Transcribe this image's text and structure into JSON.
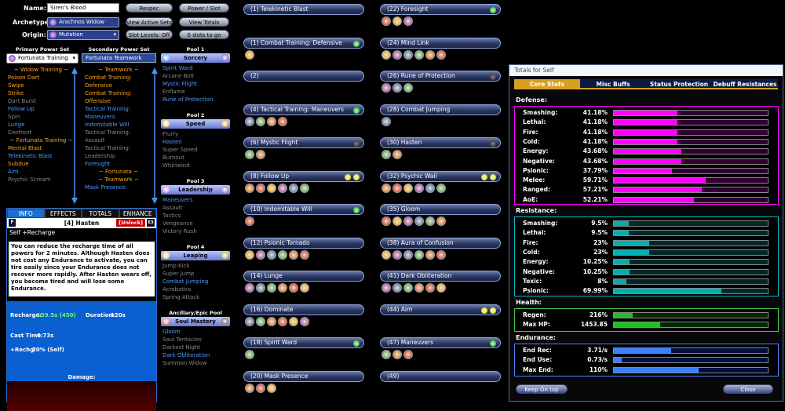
{
  "header": {
    "name_label": "Name:",
    "name_value": "Siren's Blood",
    "archetype_label": "Archetype:",
    "archetype_value": "Arachnos Widow",
    "origin_label": "Origin:",
    "origin_value": "Mutation",
    "respec": "Respec",
    "power_slot": "Power / Slot",
    "view_active_sets": "View Active Sets",
    "view_totals": "View Totals",
    "slot_levels": "Slot Levels: Off",
    "slots_to_go": "0 slots to go"
  },
  "primary": {
    "header": "Primary Power Set",
    "selected": "Fortunata Training",
    "items": [
      {
        "t": "~ Widow Training ~",
        "c": "or",
        "center": true
      },
      {
        "t": "Poison Dart",
        "c": "or"
      },
      {
        "t": "Swipe",
        "c": "or"
      },
      {
        "t": "Strike",
        "c": "or"
      },
      {
        "t": "Dart Burst",
        "c": "gy"
      },
      {
        "t": "Follow Up",
        "c": "bl"
      },
      {
        "t": "Spin",
        "c": "gy"
      },
      {
        "t": "Lunge",
        "c": "bl"
      },
      {
        "t": "Confront",
        "c": "gy"
      },
      {
        "t": "~ Fortunata Training ~",
        "c": "or",
        "center": true
      },
      {
        "t": "Mental Blast",
        "c": "or"
      },
      {
        "t": "Telekinetic Blast",
        "c": "bl"
      },
      {
        "t": "Subdue",
        "c": "or"
      },
      {
        "t": "Aim",
        "c": "bl"
      },
      {
        "t": "Psychic Scream",
        "c": "gy"
      }
    ]
  },
  "secondary": {
    "header": "Secondary Power Set",
    "selected": "Fortunata Teamwork",
    "items": [
      {
        "t": "~ Teamwork ~",
        "c": "or",
        "center": true
      },
      {
        "t": "Combat Training:",
        "c": "or"
      },
      {
        "t": "Defensive",
        "c": "or"
      },
      {
        "t": "Combat Training:",
        "c": "or"
      },
      {
        "t": "Offensive",
        "c": "or"
      },
      {
        "t": "Tactical Training:",
        "c": "bl"
      },
      {
        "t": "Maneuvers",
        "c": "bl"
      },
      {
        "t": "Indomitable Will",
        "c": "bl"
      },
      {
        "t": "Tactical Training:",
        "c": "gy"
      },
      {
        "t": "Assault",
        "c": "gy"
      },
      {
        "t": "Tactical Training:",
        "c": "gy"
      },
      {
        "t": "Leadership",
        "c": "gy"
      },
      {
        "t": "Foresight",
        "c": "bl"
      },
      {
        "t": "~ Fortunata ~",
        "c": "or",
        "center": true
      },
      {
        "t": "~ Teamwork ~",
        "c": "or",
        "center": true
      },
      {
        "t": "Mask Presence",
        "c": "bl"
      }
    ]
  },
  "pools": [
    {
      "hd": "Pool 1",
      "name": "Sorcery",
      "items": [
        {
          "t": "Spirit Ward",
          "c": "bl"
        },
        {
          "t": "Arcane Bolt",
          "c": "gy"
        },
        {
          "t": "Mystic Flight",
          "c": "bl"
        },
        {
          "t": "Enflame",
          "c": "gy"
        },
        {
          "t": "Rune of Protection",
          "c": "bl"
        }
      ]
    },
    {
      "hd": "Pool 2",
      "name": "Speed",
      "items": [
        {
          "t": "Flurry",
          "c": "gy"
        },
        {
          "t": "Hasten",
          "c": "bl"
        },
        {
          "t": "Super Speed",
          "c": "gy"
        },
        {
          "t": "Burnout",
          "c": "gy"
        },
        {
          "t": "Whirlwind",
          "c": "gy"
        }
      ]
    },
    {
      "hd": "Pool 3",
      "name": "Leadership",
      "items": [
        {
          "t": "Maneuvers",
          "c": "bl"
        },
        {
          "t": "Assault",
          "c": "gy"
        },
        {
          "t": "Tactics",
          "c": "gy"
        },
        {
          "t": "Vengeance",
          "c": "gy"
        },
        {
          "t": "Victory Rush",
          "c": "gy"
        }
      ]
    },
    {
      "hd": "Pool 4",
      "name": "Leaping",
      "items": [
        {
          "t": "Jump Kick",
          "c": "gy"
        },
        {
          "t": "Super Jump",
          "c": "gy"
        },
        {
          "t": "Combat Jumping",
          "c": "bl"
        },
        {
          "t": "Acrobatics",
          "c": "gy"
        },
        {
          "t": "Spring Attack",
          "c": "gy"
        }
      ]
    },
    {
      "hd": "Ancillary/Epic Pool",
      "name": "Soul Mastery",
      "items": [
        {
          "t": "Gloom",
          "c": "bl"
        },
        {
          "t": "Soul Tentacles",
          "c": "gy"
        },
        {
          "t": "Darkest Night",
          "c": "gy"
        },
        {
          "t": "Dark Obliteration",
          "c": "bl"
        },
        {
          "t": "Summon Widow",
          "c": "gy"
        }
      ]
    }
  ],
  "info": {
    "tabs": [
      "INFO",
      "EFFECTS",
      "TOTALS",
      "ENHANCE"
    ],
    "f": "F",
    "e": "E3",
    "power_title": "[4] Hasten",
    "unlock": "[Unlock]",
    "short": "Self +Recharge",
    "desc": "You can reduce the recharge time of all powers for 2 minutes. Although Hasten does not cost any Endurance to activate, you can tire easily since your Endurance does not recover more rapidly. After Hasten wears off, you become tired and will lose some Endurance.",
    "recharge_label": "Recharge:",
    "recharge_value": "139.5s (450)",
    "duration_label": "Duration:",
    "duration_value": "120s",
    "cast_label": "Cast Time:",
    "cast_value": "0.73s",
    "rechg_label": "+Rechg:",
    "rechg_value": "70% (Self)",
    "damage": "Damage:"
  },
  "powers_left": [
    {
      "n": "(1) Telekinetic Blast",
      "slots": 0,
      "dot": "none"
    },
    {
      "n": "(1) Combat Training: Defensive",
      "slots": 1,
      "dot": "green"
    },
    {
      "n": "(2)",
      "slots": 0,
      "dot": "none"
    },
    {
      "n": "(4) Tactical Training: Maneuvers",
      "slots": 4,
      "dot": "green"
    },
    {
      "n": "(6) Mystic Flight",
      "slots": 2,
      "dot": "gray"
    },
    {
      "n": "(8) Follow Up",
      "slots": 6,
      "dot": "yellow"
    },
    {
      "n": "(10) Indomitable Will",
      "slots": 1,
      "dot": "green"
    },
    {
      "n": "(12) Psionic Tornado",
      "slots": 6,
      "dot": "none"
    },
    {
      "n": "(14) Lunge",
      "slots": 6,
      "dot": "none"
    },
    {
      "n": "(16) Dominate",
      "slots": 6,
      "dot": "none"
    },
    {
      "n": "(18) Spirit Ward",
      "slots": 1,
      "dot": "green"
    },
    {
      "n": "(20) Mask Presence",
      "slots": 3,
      "dot": "none"
    }
  ],
  "powers_right": [
    {
      "n": "(22) Foresight",
      "slots": 3,
      "dot": "green"
    },
    {
      "n": "(24) Mind Link",
      "slots": 6,
      "dot": "none"
    },
    {
      "n": "(26) Rune of Protection",
      "slots": 3,
      "dot": "gray"
    },
    {
      "n": "(28) Combat Jumping",
      "slots": 1,
      "dot": "none"
    },
    {
      "n": "(30) Hasten",
      "slots": 2,
      "dot": "gray"
    },
    {
      "n": "(32) Psychic Wail",
      "slots": 6,
      "dot": "yellow"
    },
    {
      "n": "(35) Gloom",
      "slots": 6,
      "dot": "none"
    },
    {
      "n": "(38) Aura of Confusion",
      "slots": 6,
      "dot": "none"
    },
    {
      "n": "(41) Dark Obliteration",
      "slots": 6,
      "dot": "none"
    },
    {
      "n": "(44) Aim",
      "slots": 0,
      "dot": "yellow"
    },
    {
      "n": "(47) Maneuvers",
      "slots": 3,
      "dot": "green"
    },
    {
      "n": "(49)",
      "slots": 0,
      "dot": "none"
    }
  ],
  "totals": {
    "title": "Totals for Self",
    "tabs": [
      "Core Stats",
      "Misc Buffs",
      "Status Protection",
      "Debuff Resistances"
    ],
    "defense_hd": "Defense:",
    "defense": [
      {
        "n": "Smashing:",
        "v": "41.18%",
        "p": 0.412
      },
      {
        "n": "Lethal:",
        "v": "41.18%",
        "p": 0.412
      },
      {
        "n": "Fire:",
        "v": "41.18%",
        "p": 0.412
      },
      {
        "n": "Cold:",
        "v": "41.18%",
        "p": 0.412
      },
      {
        "n": "Energy:",
        "v": "43.68%",
        "p": 0.437
      },
      {
        "n": "Negative:",
        "v": "43.68%",
        "p": 0.437
      },
      {
        "n": "Psionic:",
        "v": "37.79%",
        "p": 0.378
      },
      {
        "n": "Melee:",
        "v": "59.71%",
        "p": 0.597
      },
      {
        "n": "Ranged:",
        "v": "57.21%",
        "p": 0.572
      },
      {
        "n": "AoE:",
        "v": "52.21%",
        "p": 0.522
      }
    ],
    "resistance_hd": "Resistance:",
    "resistance": [
      {
        "n": "Smashing:",
        "v": "9.5%",
        "p": 0.095
      },
      {
        "n": "Lethal:",
        "v": "9.5%",
        "p": 0.095
      },
      {
        "n": "Fire:",
        "v": "23%",
        "p": 0.23
      },
      {
        "n": "Cold:",
        "v": "23%",
        "p": 0.23
      },
      {
        "n": "Energy:",
        "v": "10.25%",
        "p": 0.1025
      },
      {
        "n": "Negative:",
        "v": "10.25%",
        "p": 0.1025
      },
      {
        "n": "Toxic:",
        "v": "8%",
        "p": 0.08
      },
      {
        "n": "Psionic:",
        "v": "69.99%",
        "p": 0.7
      }
    ],
    "health_hd": "Health:",
    "health": [
      {
        "n": "Regen:",
        "v": "216%",
        "p": 0.12
      },
      {
        "n": "Max HP:",
        "v": "1453.85",
        "p": 0.3
      }
    ],
    "endurance_hd": "Endurance:",
    "endurance": [
      {
        "n": "End Rec:",
        "v": "3.71/s",
        "p": 0.37
      },
      {
        "n": "End Use:",
        "v": "0.73/s",
        "p": 0.05
      },
      {
        "n": "Max End:",
        "v": "110%",
        "p": 0.55
      }
    ],
    "keep_on_top": "Keep On top",
    "close": "Close",
    "colors": {
      "defense": "#ff00ff",
      "resistance": "#00b0b0",
      "health": "#20c020",
      "endurance": "#3a80ff"
    }
  }
}
